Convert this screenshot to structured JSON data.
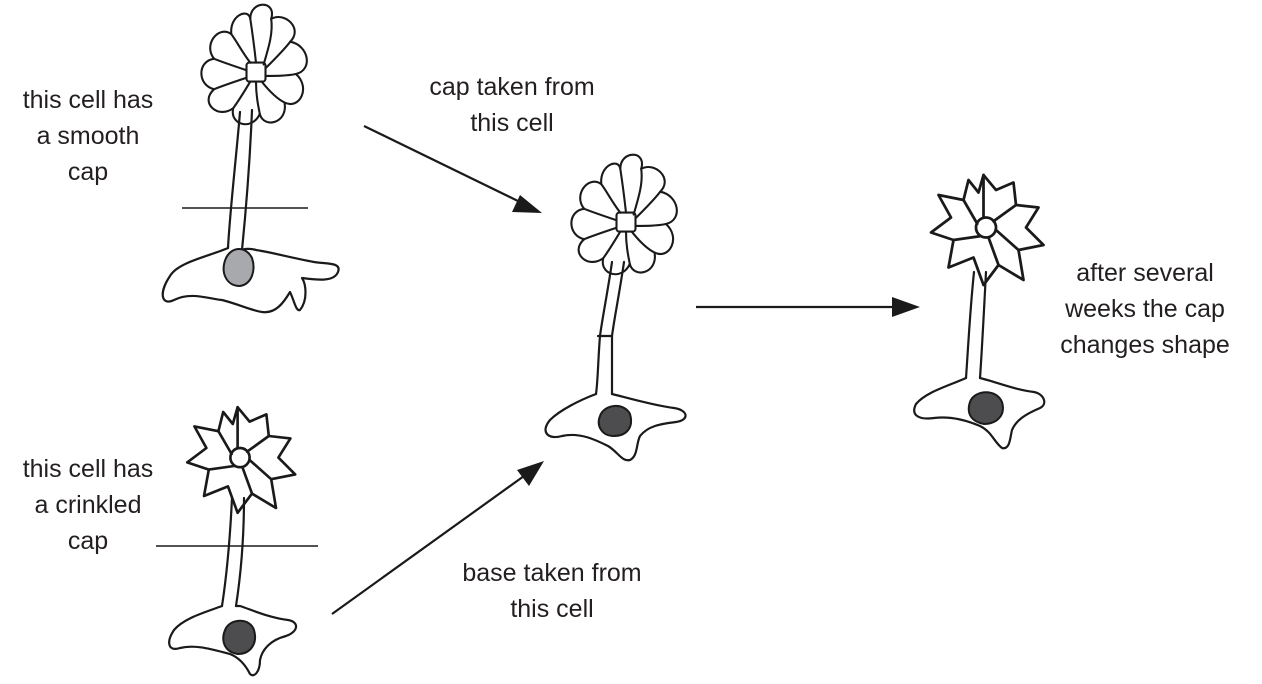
{
  "labels": {
    "smooth_cell": [
      "this cell has",
      "a smooth",
      "cap"
    ],
    "crinkled_cell": [
      "this cell has",
      "a crinkled",
      "cap"
    ],
    "cap_taken": [
      "cap taken from",
      "this cell"
    ],
    "base_taken": [
      "base taken from",
      "this cell"
    ],
    "result": [
      "after several",
      "weeks the cap",
      "changes shape"
    ]
  },
  "colors": {
    "nucleus_light": "#a7a9ac",
    "nucleus_dark": "#4d4d4f",
    "ink": "#1a1a1a",
    "text": "#231f20"
  }
}
